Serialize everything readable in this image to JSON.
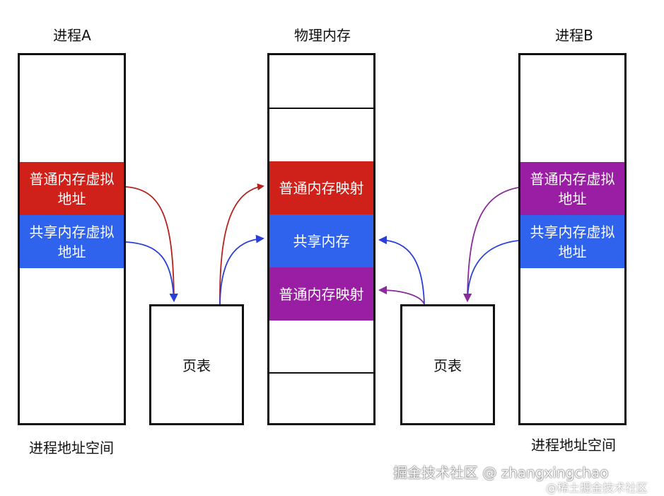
{
  "process_a": {
    "title": "进程A",
    "normal_segment": "普通内存虚拟\n地址",
    "shared_segment": "共享内存虚拟\n地址",
    "caption": "进程地址空间"
  },
  "physical_memory": {
    "title": "物理内存",
    "normal_mapping_a": "普通内存映射",
    "shared_memory": "共享内存",
    "normal_mapping_b": "普通内存映射"
  },
  "process_b": {
    "title": "进程B",
    "normal_segment": "普通内存虚拟\n地址",
    "shared_segment": "共享内存虚拟\n地址",
    "caption": "进程地址空间"
  },
  "page_table_a": {
    "label": "页表"
  },
  "page_table_b": {
    "label": "页表"
  },
  "watermark": {
    "main": "掘金技术社区 @ zhangxingchao",
    "sub": "@稀土掘金技术社区"
  },
  "colors": {
    "normal_a": "#d0201a",
    "shared": "#2f63ee",
    "normal_b": "#9a1ea3",
    "arrow_red": "#b5231c",
    "arrow_blue": "#2a3fd6",
    "arrow_purple": "#8a2b9a"
  }
}
